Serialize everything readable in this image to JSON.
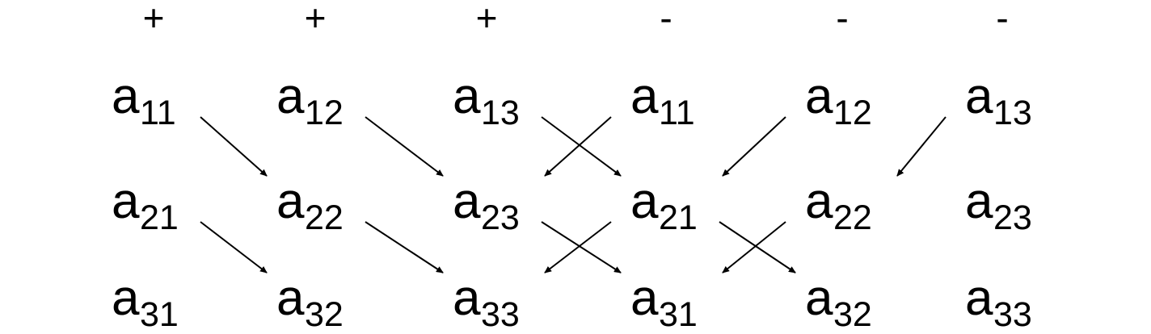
{
  "signs": [
    "+",
    "+",
    "+",
    "-",
    "-",
    "-"
  ],
  "matrix": [
    [
      {
        "letter": "a",
        "sub": "11"
      },
      {
        "letter": "a",
        "sub": "12"
      },
      {
        "letter": "a",
        "sub": "13"
      },
      {
        "letter": "a",
        "sub": "11"
      },
      {
        "letter": "a",
        "sub": "12"
      },
      {
        "letter": "a",
        "sub": "13"
      }
    ],
    [
      {
        "letter": "a",
        "sub": "21"
      },
      {
        "letter": "a",
        "sub": "22"
      },
      {
        "letter": "a",
        "sub": "23"
      },
      {
        "letter": "a",
        "sub": "21"
      },
      {
        "letter": "a",
        "sub": "22"
      },
      {
        "letter": "a",
        "sub": "23"
      }
    ],
    [
      {
        "letter": "a",
        "sub": "31"
      },
      {
        "letter": "a",
        "sub": "32"
      },
      {
        "letter": "a",
        "sub": "33"
      },
      {
        "letter": "a",
        "sub": "31"
      },
      {
        "letter": "a",
        "sub": "32"
      },
      {
        "letter": "a",
        "sub": "33"
      }
    ]
  ],
  "arrows": [
    {
      "from": [
        0,
        0
      ],
      "to": [
        1,
        1
      ]
    },
    {
      "from": [
        1,
        1
      ],
      "to": [
        2,
        2
      ]
    },
    {
      "from": [
        0,
        1
      ],
      "to": [
        1,
        2
      ]
    },
    {
      "from": [
        1,
        2
      ],
      "to": [
        2,
        3
      ]
    },
    {
      "from": [
        1,
        0
      ],
      "to": [
        2,
        1
      ]
    },
    {
      "from": [
        0,
        2
      ],
      "to": [
        1,
        3
      ]
    },
    {
      "from": [
        0,
        3
      ],
      "to": [
        1,
        2
      ]
    },
    {
      "from": [
        1,
        3
      ],
      "to": [
        2,
        2
      ]
    },
    {
      "from": [
        1,
        4
      ],
      "to": [
        2,
        3
      ]
    },
    {
      "from": [
        0,
        4
      ],
      "to": [
        1,
        3
      ]
    },
    {
      "from": [
        1,
        3
      ],
      "to": [
        2,
        4
      ]
    },
    {
      "from": [
        0,
        5
      ],
      "to": [
        1,
        4
      ]
    }
  ],
  "colors": {
    "ink": "#000000",
    "background": "#ffffff"
  }
}
